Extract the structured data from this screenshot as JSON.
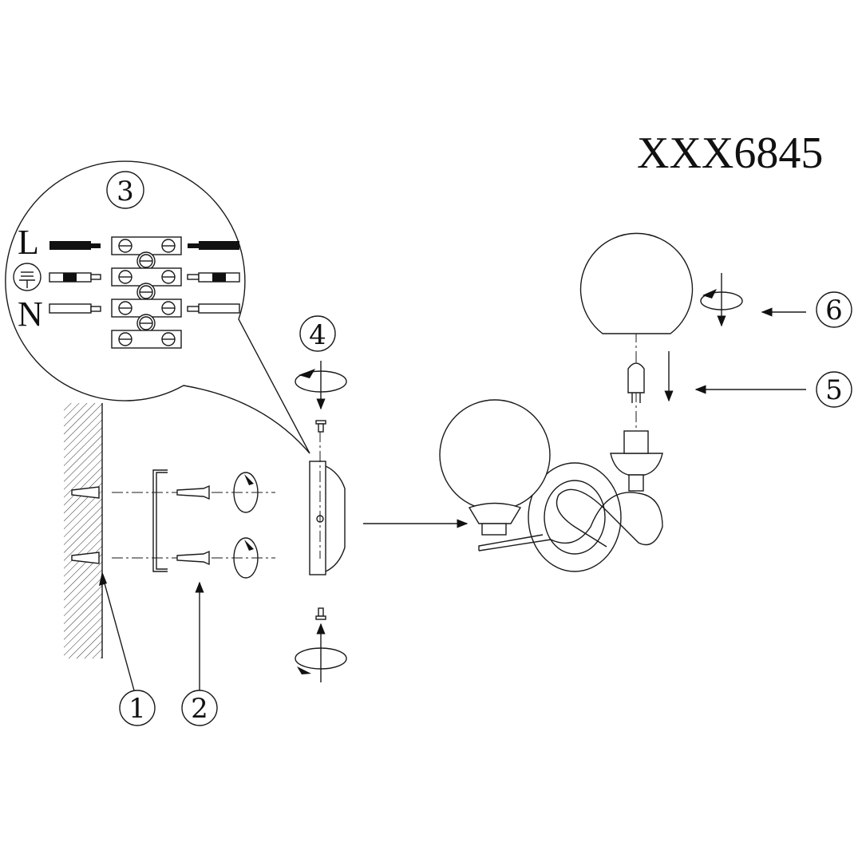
{
  "title": "XXX6845",
  "wiring": {
    "live_label": "L",
    "neutral_label": "N",
    "earth_icon": "earth-ground-icon"
  },
  "steps": [
    "1",
    "2",
    "3",
    "4",
    "5",
    "6"
  ],
  "colors": {
    "line": "#1a1a1a",
    "background": "#ffffff"
  }
}
